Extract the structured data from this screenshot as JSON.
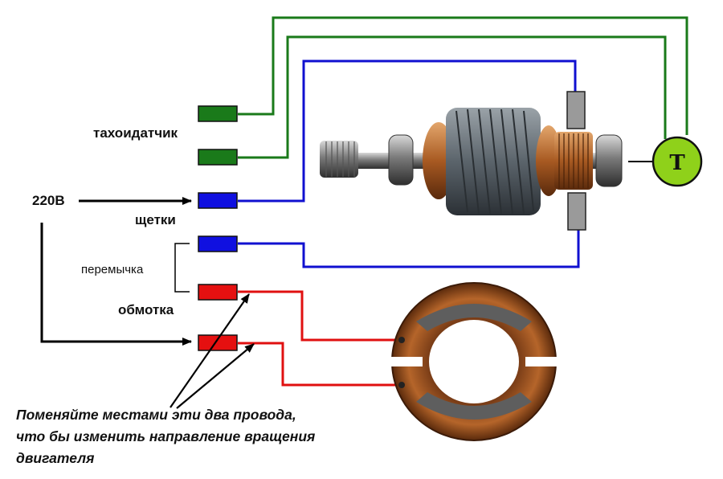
{
  "labels": {
    "tachogenerator": "тахоидатчик",
    "voltage": "220В",
    "brushes": "щетки",
    "jumper": "перемычка",
    "winding": "обмотка",
    "tacho_symbol": "T"
  },
  "note": {
    "line1": "Поменяйте местами эти два провода,",
    "line2": "что бы изменить направление вращения",
    "line3": "двигателя"
  },
  "colors": {
    "tacho_wire": "#1a7a1a",
    "brush_wire": "#1010d0",
    "winding_wire": "#e01010",
    "tacho_circle": "#8fd11a",
    "copper": "#b5652a"
  }
}
